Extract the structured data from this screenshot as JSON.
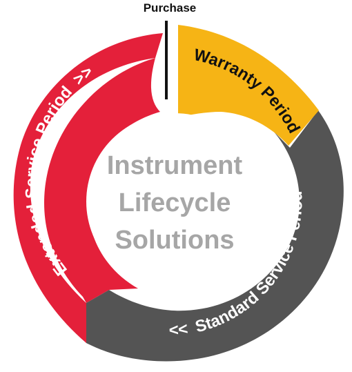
{
  "diagram": {
    "top_label": "Purchase",
    "center_lines": [
      "Instrument",
      "Lifecycle",
      "Solutions"
    ],
    "segments": [
      {
        "id": "warranty",
        "label": "Warranty Period",
        "arrow": ">>",
        "color": "#f6b415",
        "text_color": "#111111"
      },
      {
        "id": "standard",
        "label": "Standard Service Period",
        "arrow": "<<",
        "color": "#545454",
        "text_color": "#ffffff"
      },
      {
        "id": "extended",
        "label": "Extended Service Period",
        "arrow": ">>",
        "color": "#e4203a",
        "text_color": "#ffffff"
      }
    ],
    "colors": {
      "center_text": "#a6a6a6",
      "marker": "#111111",
      "background": "#ffffff"
    }
  }
}
